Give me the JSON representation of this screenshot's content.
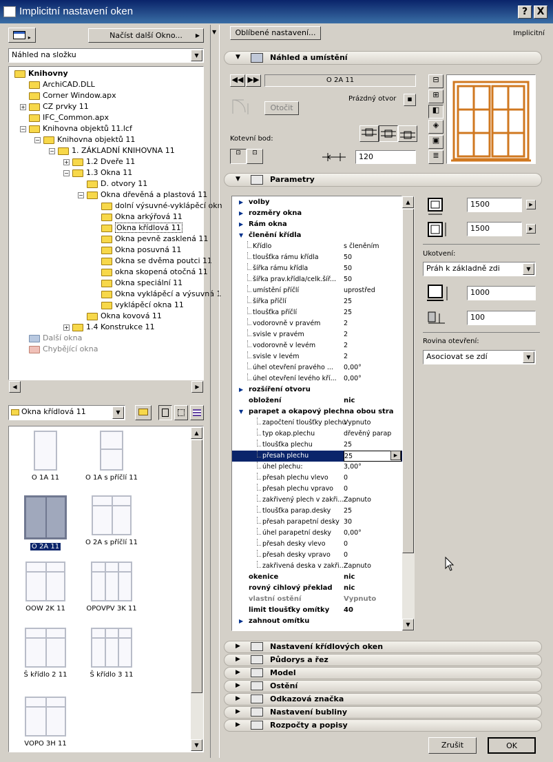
{
  "window": {
    "title": "Implicitní nastavení oken",
    "help": "?",
    "close": "X",
    "mode": "Implicitní"
  },
  "left": {
    "load_button": "Načíst další Okno...",
    "view_combo": "Náhled na složku",
    "tree": [
      {
        "label": "Knihovny",
        "depth": 0,
        "expand": "",
        "style": "bold"
      },
      {
        "label": "ArchiCAD.DLL",
        "depth": 1,
        "expand": "",
        "style": ""
      },
      {
        "label": "Corner Window.apx",
        "depth": 1,
        "expand": "",
        "style": ""
      },
      {
        "label": "CZ prvky 11",
        "depth": 1,
        "expand": "+",
        "style": ""
      },
      {
        "label": "IFC_Common.apx",
        "depth": 1,
        "expand": "",
        "style": ""
      },
      {
        "label": "Knihovna objektů 11.lcf",
        "depth": 1,
        "expand": "−",
        "style": ""
      },
      {
        "label": "Knihovna objektů 11",
        "depth": 2,
        "expand": "−",
        "style": ""
      },
      {
        "label": "1. ZÁKLADNÍ KNIHOVNA 11",
        "depth": 3,
        "expand": "−",
        "style": ""
      },
      {
        "label": "1.2 Dveře 11",
        "depth": 4,
        "expand": "+",
        "style": ""
      },
      {
        "label": "1.3 Okna 11",
        "depth": 4,
        "expand": "−",
        "style": ""
      },
      {
        "label": "D. otvory 11",
        "depth": 5,
        "expand": "",
        "style": ""
      },
      {
        "label": "Okna dřevěná a plastová 11",
        "depth": 5,
        "expand": "−",
        "style": ""
      },
      {
        "label": "dolní výsuvné-vyklápěcí okn",
        "depth": 6,
        "expand": "",
        "style": ""
      },
      {
        "label": "Okna arkýřová 11",
        "depth": 6,
        "expand": "",
        "style": ""
      },
      {
        "label": "Okna křídlová 11",
        "depth": 6,
        "expand": "",
        "style": "sel"
      },
      {
        "label": "Okna pevně zasklená 11",
        "depth": 6,
        "expand": "",
        "style": ""
      },
      {
        "label": "Okna posuvná 11",
        "depth": 6,
        "expand": "",
        "style": ""
      },
      {
        "label": "Okna se dvěma poutci 11",
        "depth": 6,
        "expand": "",
        "style": ""
      },
      {
        "label": "okna skopená otočná 11",
        "depth": 6,
        "expand": "",
        "style": ""
      },
      {
        "label": "Okna speciální 11",
        "depth": 6,
        "expand": "",
        "style": ""
      },
      {
        "label": "Okna vyklápěcí a výsuvná 1",
        "depth": 6,
        "expand": "",
        "style": ""
      },
      {
        "label": "vyklápěcí okna 11",
        "depth": 6,
        "expand": "",
        "style": ""
      },
      {
        "label": "Okna kovová 11",
        "depth": 5,
        "expand": "",
        "style": ""
      },
      {
        "label": "1.4 Konstrukce 11",
        "depth": 4,
        "expand": "+",
        "style": ""
      },
      {
        "label": "Další okna",
        "depth": 1,
        "expand": "",
        "style": "gray"
      },
      {
        "label": "Chybějící okna",
        "depth": 1,
        "expand": "",
        "style": "pink"
      }
    ],
    "folder_combo": "Okna křídlová 11",
    "thumbs": [
      {
        "label": "O 1A 11",
        "kind": "1A"
      },
      {
        "label": "O 1A s příčlí 11",
        "kind": "1As"
      },
      {
        "label": "O 2A 11",
        "kind": "2A"
      },
      {
        "label": "O 2A s příčlí 11",
        "kind": "2As"
      },
      {
        "label": "OOW 2K 11",
        "kind": "OOW"
      },
      {
        "label": "OPOVPV 3K 11",
        "kind": "OPO"
      },
      {
        "label": "Š křídlo 2 11",
        "kind": "S2"
      },
      {
        "label": "Š křídlo 3 11",
        "kind": "S3"
      },
      {
        "label": "VOPO 3H 11",
        "kind": "VOPO"
      }
    ]
  },
  "right": {
    "fav_button": "Oblíbené nastavení...",
    "preview_title": "Náhled a umístění",
    "current_item": "O 2A 11",
    "empty_opening": "Prázdný otvor",
    "rotate_button": "Otočit",
    "anchor_label": "Kotevní bod:",
    "anchor_value": "120",
    "params_title": "Parametry",
    "params": [
      {
        "name": "volby",
        "value": "",
        "level": 0,
        "tri": "▶",
        "style": "bold"
      },
      {
        "name": "rozměry okna",
        "value": "",
        "level": 0,
        "tri": "▶",
        "style": "bold"
      },
      {
        "name": "Rám okna",
        "value": "",
        "level": 0,
        "tri": "▶",
        "style": "bold"
      },
      {
        "name": "členění křídla",
        "value": "",
        "level": 0,
        "tri": "▼",
        "style": "bold"
      },
      {
        "name": "Křídlo",
        "value": "s členěním",
        "level": 1,
        "tri": "",
        "style": ""
      },
      {
        "name": "tloušťka rámu křídla",
        "value": "50",
        "level": 1,
        "tri": "",
        "style": ""
      },
      {
        "name": "šířka rámu křídla",
        "value": "50",
        "level": 1,
        "tri": "",
        "style": ""
      },
      {
        "name": "šířka prav.křídla/celk.šíř...",
        "value": "50",
        "level": 1,
        "tri": "",
        "style": ""
      },
      {
        "name": "umístění příčlí",
        "value": "uprostřed",
        "level": 1,
        "tri": "",
        "style": ""
      },
      {
        "name": "šířka příčlí",
        "value": "25",
        "level": 1,
        "tri": "",
        "style": ""
      },
      {
        "name": "tloušťka příčlí",
        "value": "25",
        "level": 1,
        "tri": "",
        "style": ""
      },
      {
        "name": "vodorovně v pravém",
        "value": "2",
        "level": 1,
        "tri": "",
        "style": ""
      },
      {
        "name": "svisle v pravém",
        "value": "2",
        "level": 1,
        "tri": "",
        "style": ""
      },
      {
        "name": "vodorovně v levém",
        "value": "2",
        "level": 1,
        "tri": "",
        "style": ""
      },
      {
        "name": "svisle v levém",
        "value": "2",
        "level": 1,
        "tri": "",
        "style": ""
      },
      {
        "name": "úhel otevření pravého ...",
        "value": "0,00°",
        "level": 1,
        "tri": "",
        "style": ""
      },
      {
        "name": "úhel otevření levého kří...",
        "value": "0,00°",
        "level": 1,
        "tri": "",
        "style": ""
      },
      {
        "name": "rozšíření otvoru",
        "value": "",
        "level": 0,
        "tri": "▶",
        "style": "bold"
      },
      {
        "name": "obložení",
        "value": "nic",
        "level": 0,
        "tri": "",
        "style": "bold"
      },
      {
        "name": "parapet a okapový plechna obou stra",
        "value": "",
        "level": 0,
        "tri": "▼",
        "style": "bold"
      },
      {
        "name": "započtení tloušťky plechu",
        "value": "Vypnuto",
        "level": 2,
        "tri": "",
        "style": ""
      },
      {
        "name": "typ okap.plechu",
        "value": "dřevěný parap",
        "level": 2,
        "tri": "",
        "style": ""
      },
      {
        "name": "tloušťka plechu",
        "value": "25",
        "level": 2,
        "tri": "",
        "style": ""
      },
      {
        "name": "přesah plechu",
        "value": "25",
        "level": 2,
        "tri": "",
        "style": "sel"
      },
      {
        "name": "úhel plechu:",
        "value": "3,00°",
        "level": 2,
        "tri": "",
        "style": ""
      },
      {
        "name": "přesah plechu vlevo",
        "value": "0",
        "level": 2,
        "tri": "",
        "style": ""
      },
      {
        "name": "přesah plechu vpravo",
        "value": "0",
        "level": 2,
        "tri": "",
        "style": ""
      },
      {
        "name": "zakřivený plech v zakři...",
        "value": "Zapnuto",
        "level": 2,
        "tri": "",
        "style": ""
      },
      {
        "name": "tloušťka parap.desky",
        "value": "25",
        "level": 2,
        "tri": "",
        "style": ""
      },
      {
        "name": "přesah parapetní desky",
        "value": "30",
        "level": 2,
        "tri": "",
        "style": ""
      },
      {
        "name": "úhel parapetní desky",
        "value": "0,00°",
        "level": 2,
        "tri": "",
        "style": ""
      },
      {
        "name": "přesah desky vlevo",
        "value": "0",
        "level": 2,
        "tri": "",
        "style": ""
      },
      {
        "name": "přesah desky vpravo",
        "value": "0",
        "level": 2,
        "tri": "",
        "style": ""
      },
      {
        "name": "zakřivená deska v zakři...",
        "value": "Zapnuto",
        "level": 2,
        "tri": "",
        "style": ""
      },
      {
        "name": "okenice",
        "value": "nic",
        "level": 0,
        "tri": "",
        "style": "bold"
      },
      {
        "name": "rovný cihlový překlad",
        "value": "nic",
        "level": 0,
        "tri": "",
        "style": "bold"
      },
      {
        "name": "vlastní ostění",
        "value": "Vypnuto",
        "level": 0,
        "tri": "",
        "style": "bold dim"
      },
      {
        "name": "limit tloušťky omítky",
        "value": "40",
        "level": 0,
        "tri": "",
        "style": "bold"
      },
      {
        "name": "zahnout omítku",
        "value": "",
        "level": 0,
        "tri": "▶",
        "style": "bold"
      }
    ],
    "width_value": "1500",
    "height_value": "1500",
    "anchoring_label": "Ukotvení:",
    "anchoring_value": "Práh k základně zdi",
    "sill_value": "1000",
    "reveal_value": "100",
    "opening_plane_label": "Rovina otevření:",
    "opening_plane_value": "Asociovat se zdí",
    "sections": [
      "Nastavení křídlových oken",
      "Půdorys a řez",
      "Model",
      "Ostění",
      "Odkazová značka",
      "Nastavení bubliny",
      "Rozpočty a popisy"
    ],
    "cancel": "Zrušit",
    "ok": "OK"
  },
  "colors": {
    "title_bar": "#0a246a",
    "selection": "#0a246a",
    "folder": "#f7d84a",
    "window_frame": "#d07820"
  }
}
